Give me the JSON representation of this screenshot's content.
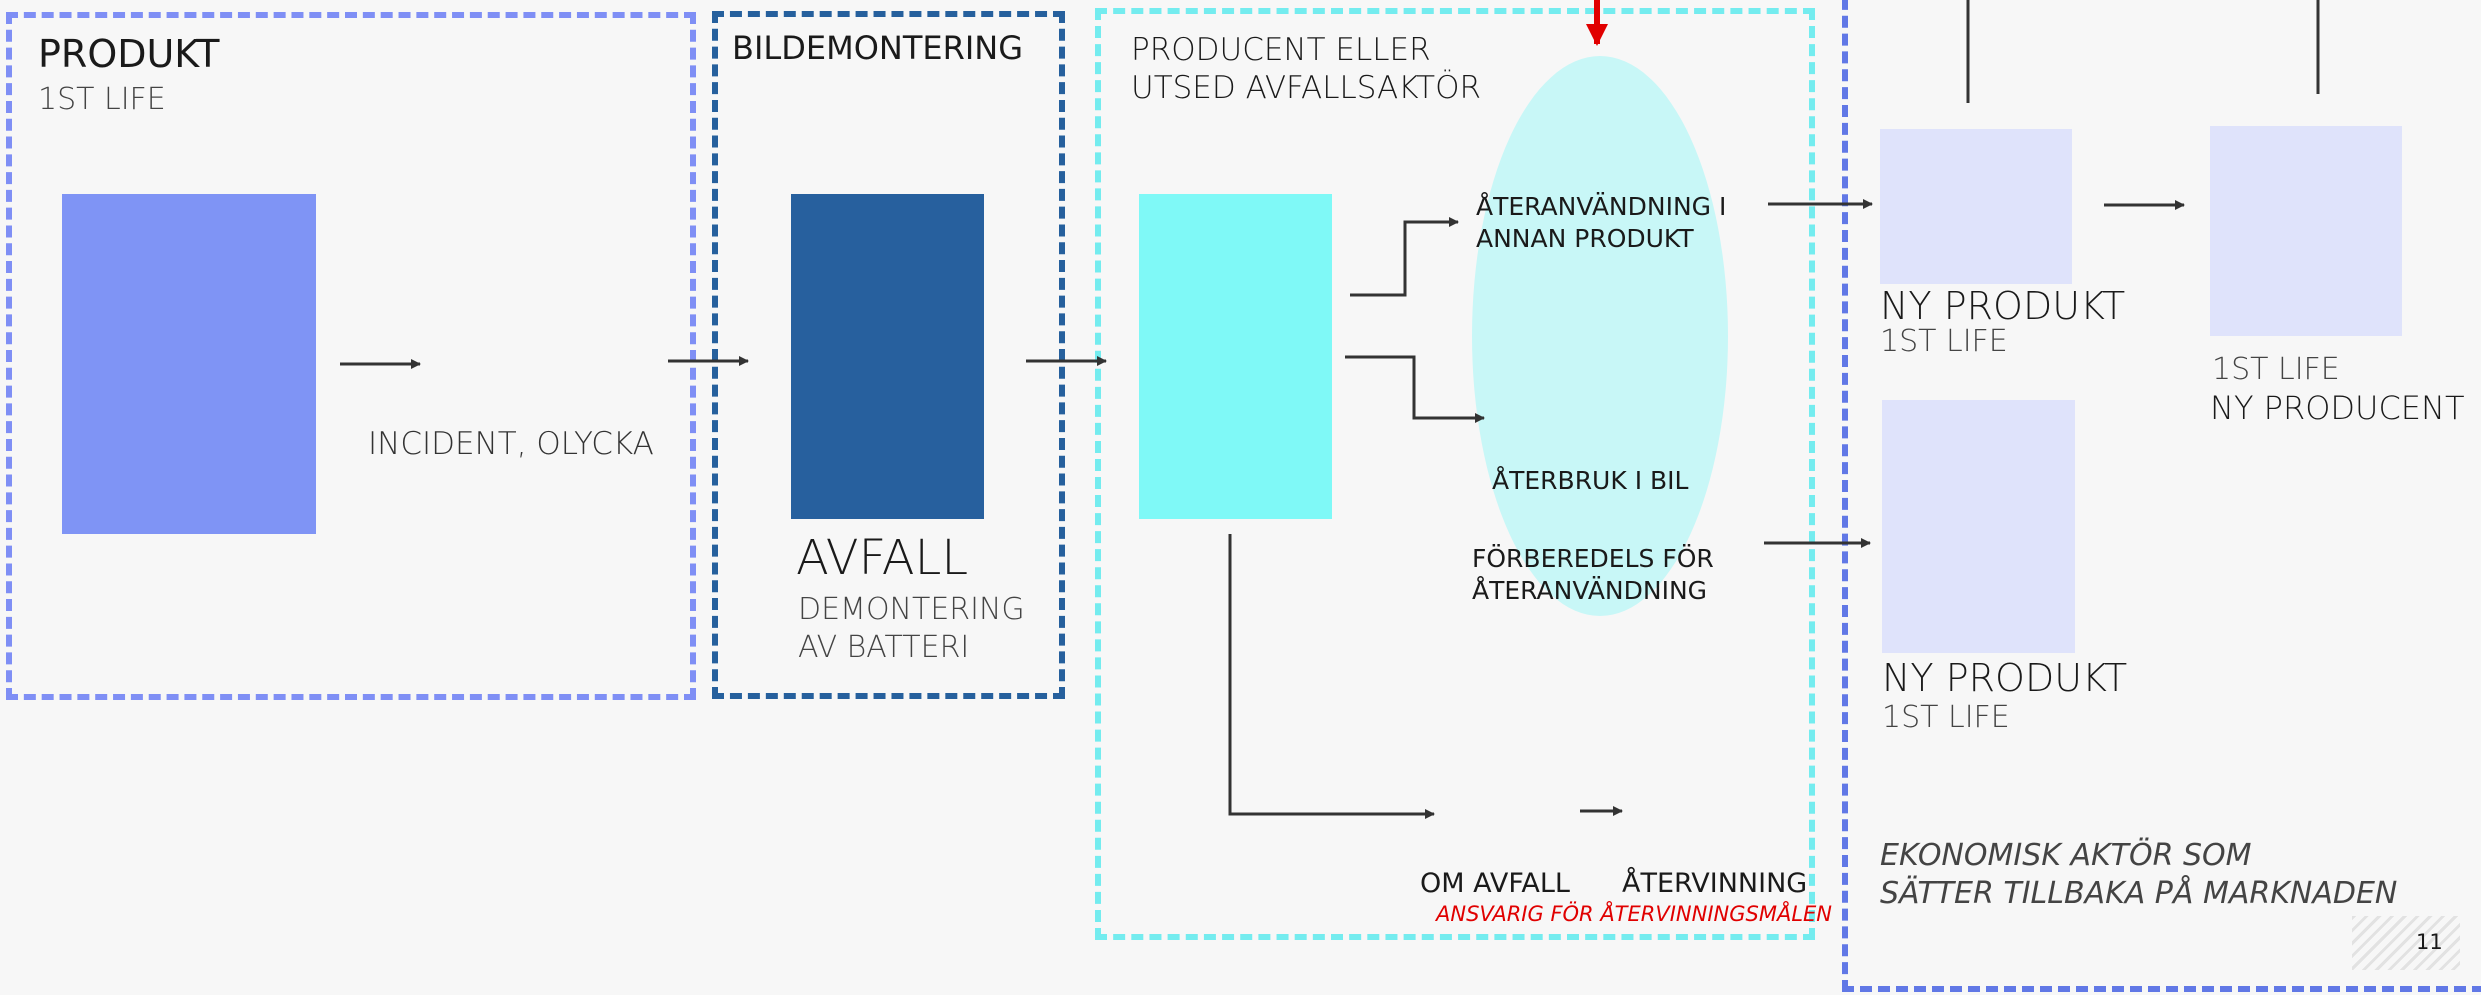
{
  "colors": {
    "produkt_border": "#7f8ff5",
    "bildemontering_border": "#26609d",
    "producent_border": "#74ecef",
    "aktor_border": "#6178e6",
    "car_panel": "#7f94f5",
    "dismantle_panel": "#27609e",
    "factory_panel": "#7ff9f7",
    "reuse_ellipse": "#c8f7f7",
    "product_panels": "#dfe3fb",
    "red_arrow": "#e10000",
    "red_text": "#e00000",
    "cross": "#5a7ae6"
  },
  "produkt": {
    "title": "PRODUKT",
    "subtitle": "1ST LIFE",
    "car_icon": "car-icon",
    "crash_icon": "car-crash-icon",
    "incident_label": "INCIDENT, OLYCKA"
  },
  "bildemontering": {
    "title": "BILDEMONTERING",
    "waste_title": "AVFALL",
    "waste_sub1": "DEMONTERING",
    "waste_sub2": "AV BATTERI"
  },
  "producent": {
    "title_line1": "PRODUCENT ELLER",
    "title_line2": "UTSED AVFALLSAKTÖR",
    "factory_icon": "factory-icon",
    "reuse_other_line1": "ÅTERANVÄNDNING I",
    "reuse_other_line2": "ANNAN PRODUKT",
    "reuse_car": "ÅTERBRUK I BIL",
    "prep_line1": "FÖRBEREDELS FÖR",
    "prep_line2": "ÅTERANVÄNDNING",
    "waste_label": "OM AVFALL",
    "recycling_label": "ÅTERVINNING",
    "responsible": "ANSVARIG FÖR ÅTERVINNINGSMÅLEN"
  },
  "aktor": {
    "new_product_title": "NY PRODUKT",
    "new_product_sub": "1ST LIFE",
    "new_producer_sub": "1ST LIFE",
    "new_producer_title": "NY PRODUCENT",
    "new_product2_title": "NY PRODUKT",
    "new_product2_sub": "1ST LIFE",
    "note_line1": "EKONOMISK AKTÖR SOM",
    "note_line2": "SÄTTER TILLBAKA PÅ MARKNADEN"
  },
  "page_number": "11"
}
